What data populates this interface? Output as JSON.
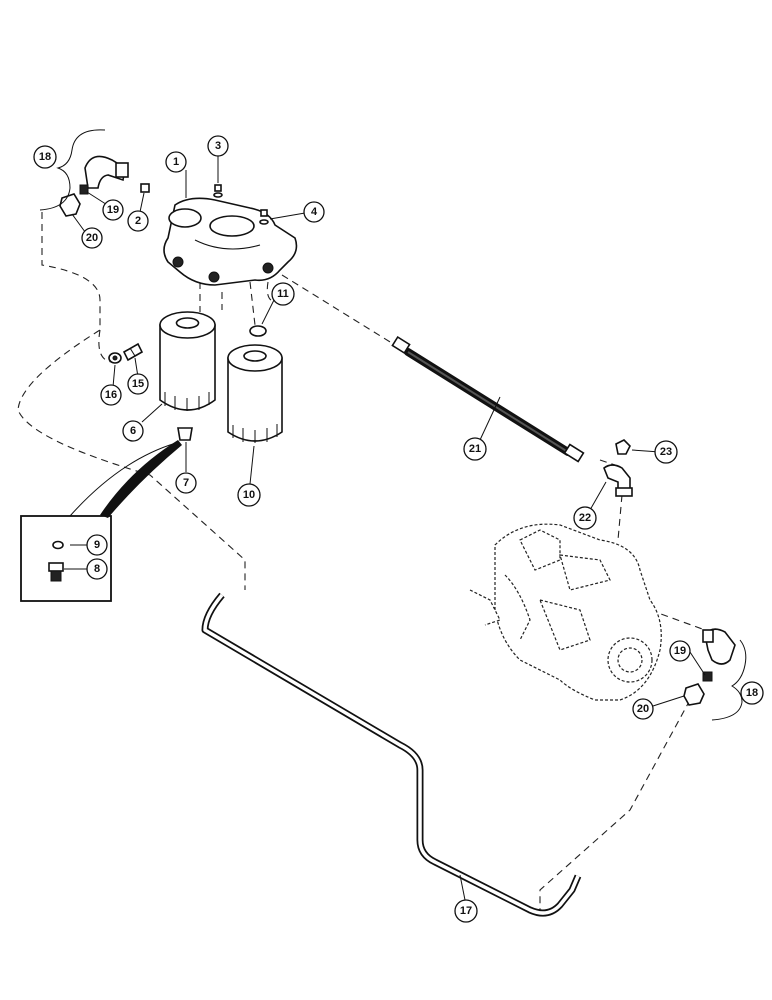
{
  "callouts": [
    {
      "id": "c1",
      "label": "1"
    },
    {
      "id": "c2",
      "label": "2"
    },
    {
      "id": "c3",
      "label": "3"
    },
    {
      "id": "c4",
      "label": "4"
    },
    {
      "id": "c6",
      "label": "6"
    },
    {
      "id": "c7",
      "label": "7"
    },
    {
      "id": "c8",
      "label": "8"
    },
    {
      "id": "c9",
      "label": "9"
    },
    {
      "id": "c10",
      "label": "10"
    },
    {
      "id": "c11",
      "label": "11"
    },
    {
      "id": "c15",
      "label": "15"
    },
    {
      "id": "c16",
      "label": "16"
    },
    {
      "id": "c17",
      "label": "17"
    },
    {
      "id": "c18a",
      "label": "18"
    },
    {
      "id": "c18b",
      "label": "18"
    },
    {
      "id": "c19a",
      "label": "19"
    },
    {
      "id": "c19b",
      "label": "19"
    },
    {
      "id": "c20a",
      "label": "20"
    },
    {
      "id": "c20b",
      "label": "20"
    },
    {
      "id": "c21",
      "label": "21"
    },
    {
      "id": "c22",
      "label": "22"
    },
    {
      "id": "c23",
      "label": "23"
    }
  ]
}
